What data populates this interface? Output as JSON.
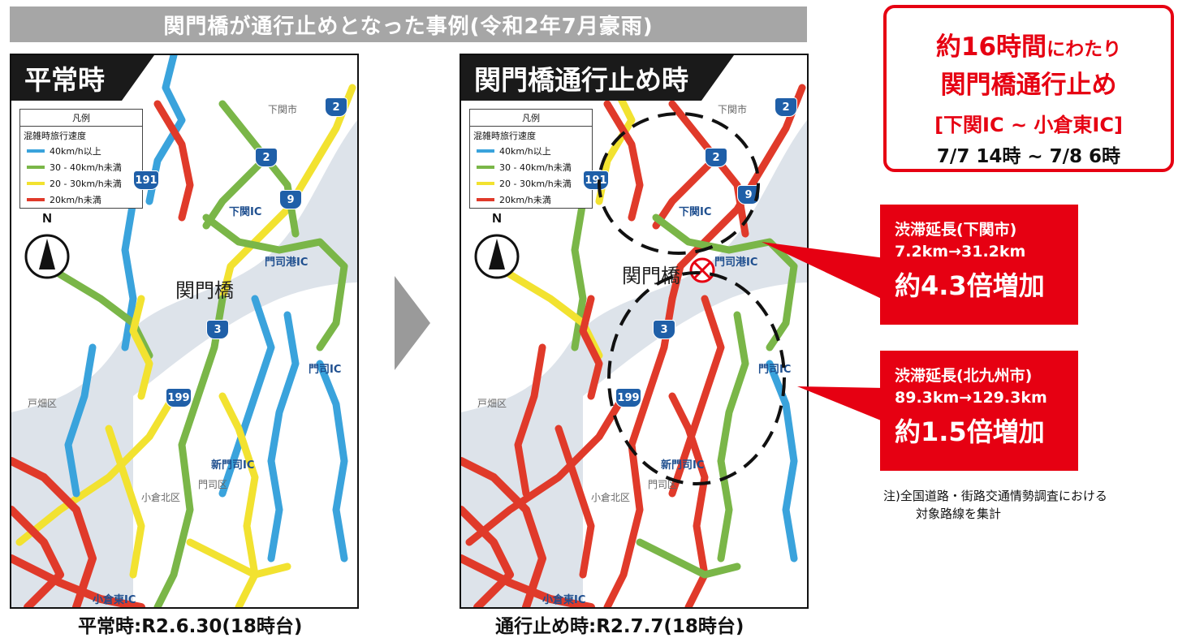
{
  "banner": {
    "title": "関門橋が通行止めとなった事例(令和2年7月豪雨)"
  },
  "legend": {
    "title": "凡例",
    "subtitle": "混雑時旅行速度",
    "items": [
      {
        "label": "40km/h以上",
        "color": "#3aa3dc"
      },
      {
        "label": "30 - 40km/h未満",
        "color": "#7ab648"
      },
      {
        "label": "20 - 30km/h未満",
        "color": "#f2e230"
      },
      {
        "label": "20km/h未満",
        "color": "#e03a2a"
      }
    ]
  },
  "map_labels": {
    "north": "N",
    "kanmon_bridge": "関門橋",
    "shimonoseki_ic": "下関IC",
    "mojiko_ic": "門司港IC",
    "moji_ic": "門司IC",
    "shinmoji_ic": "新門司IC",
    "kokura_higashi_ic": "小倉東IC",
    "shimonoseki_city": "下関市",
    "tobata_ward": "戸畑区",
    "moji_ward": "門司区",
    "kokura_kita_ward": "小倉北区",
    "route_2": "2",
    "route_9": "9",
    "route_3": "3",
    "route_191": "191",
    "route_199": "199"
  },
  "maps": {
    "normal": {
      "title": "平常時",
      "caption": "平常時:R2.6.30(18時台)"
    },
    "closure": {
      "title": "関門橋通行止め時",
      "caption": "通行止め時:R2.7.7(18時台)"
    }
  },
  "closure_box": {
    "line1_main": "約16時間",
    "line1_small": "にわたり",
    "line2": "関門橋通行止め",
    "line3": "[下関IC ~ 小倉東IC]",
    "line4": "7/7 14時 ~ 7/8 6時"
  },
  "callouts": [
    {
      "title": "渋滞延長(下関市)",
      "change": "7.2km→31.2km",
      "result": "約4.3倍増加"
    },
    {
      "title": "渋滞延長(北九州市)",
      "change": "89.3km→129.3km",
      "result": "約1.5倍増加"
    }
  ],
  "note": {
    "line1": "注)全国道路・街路交通情勢調査における",
    "line2": "対象路線を集計"
  },
  "colors": {
    "accent_red": "#e60012",
    "banner_gray": "#a6a6a6",
    "blue": "#3aa3dc",
    "green": "#7ab648",
    "yellow": "#f2e230",
    "red": "#e03a2a"
  }
}
